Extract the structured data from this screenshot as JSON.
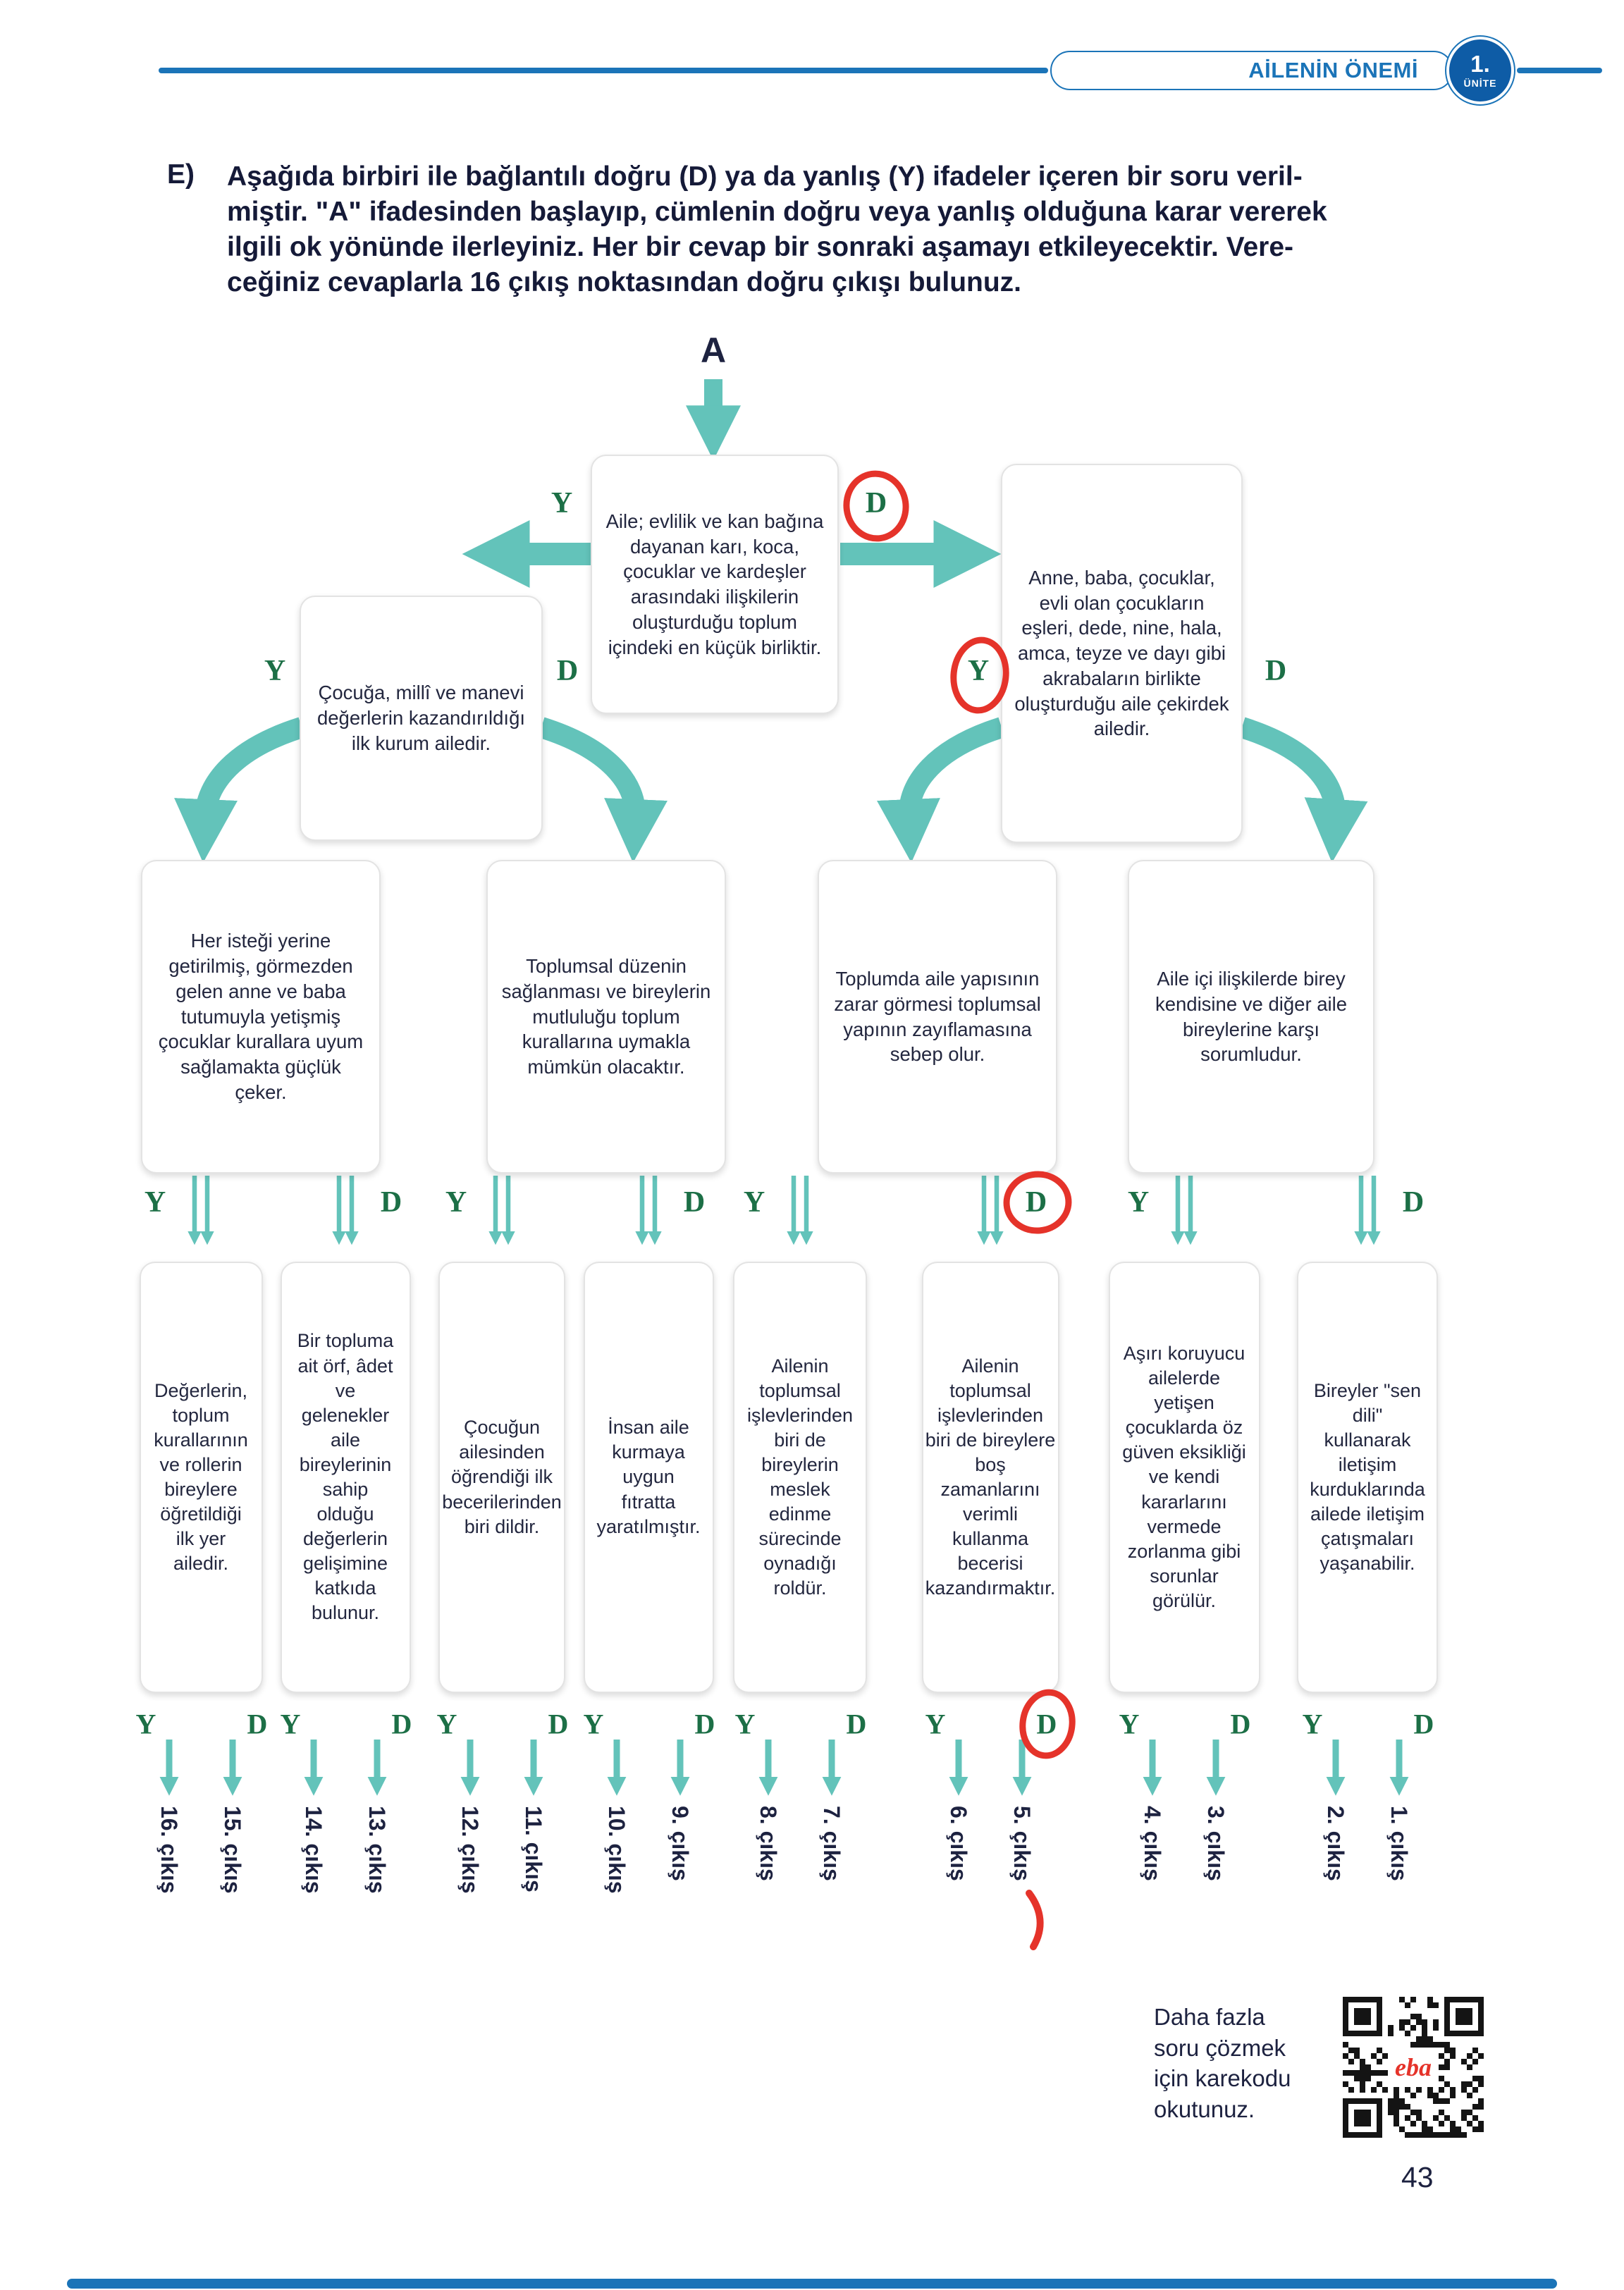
{
  "colors": {
    "header_blue": "#1b74b8",
    "badge_blue": "#0e5ca6",
    "arrow_teal": "#63c3ba",
    "label_green": "#1c6f46",
    "pen_red": "#e5332a",
    "text_dark": "#1d2240"
  },
  "header": {
    "title": "AİLENİN ÖNEMİ",
    "unit_number": "1.",
    "unit_label": "ÜNİTE"
  },
  "question": {
    "letter": "E)",
    "text": "Aşağıda birbiri ile bağlantılı doğru (D) ya da yanlış (Y) ifadeler içeren bir soru veril-\nmiştir. \"A\" ifadesinden başlayıp, cümlenin doğru veya yanlış olduğuna karar vererek\nilgili ok yönünde ilerleyiniz. Her bir cevap bir sonraki aşamayı etkileyecektir. Vere-\nceğiniz cevaplarla 16 çıkış noktasından doğru çıkışı bulunuz."
  },
  "flow": {
    "start": "A",
    "l1": {
      "text": "Aile; evlilik ve kan bağına dayanan karı, koca, çocuklar ve kardeşler arasındaki ilişkilerin oluşturduğu toplum içindeki en küçük birliktir.",
      "y": "Y",
      "d": "D"
    },
    "l2": [
      {
        "text": "Çocuğa, millî ve manevi değerlerin kazandırıldığı ilk kurum ailedir.",
        "y": "Y",
        "d": "D"
      },
      {
        "text": "Anne, baba, çocuklar, evli olan çocukların eşleri, dede, nine, hala, amca, teyze ve dayı gibi akrabaların birlikte oluşturduğu aile çekirdek ailedir.",
        "y": "Y",
        "d": "D"
      }
    ],
    "l3": [
      {
        "text": "Her isteği yerine getirilmiş, görmezden gelen anne ve baba tutumuyla yetişmiş çocuklar kurallara uyum sağlamakta güçlük çeker.",
        "y": "Y",
        "d": "D"
      },
      {
        "text": "Toplumsal düzenin sağlanması ve bireylerin mutluluğu toplum kurallarına uymakla mümkün olacaktır.",
        "y": "Y",
        "d": "D"
      },
      {
        "text": "Toplumda aile yapısının zarar görmesi toplumsal yapının zayıflamasına sebep olur.",
        "y": "Y",
        "d": "D"
      },
      {
        "text": "Aile içi ilişkilerde birey kendisine ve diğer aile bireylerine karşı sorumludur.",
        "y": "Y",
        "d": "D"
      }
    ],
    "l4": [
      {
        "text": "Değerlerin, toplum kurallarının ve rollerin bireylere öğretildiği ilk yer ailedir.",
        "y": "Y",
        "d": "D"
      },
      {
        "text": "Bir topluma ait örf, âdet ve gelenekler aile bireylerinin sahip olduğu değerlerin gelişimine katkıda bulunur.",
        "y": "Y",
        "d": "D"
      },
      {
        "text": "Çocuğun ailesinden öğrendiği ilk becerilerinden biri dildir.",
        "y": "Y",
        "d": "D"
      },
      {
        "text": "İnsan aile kurmaya uygun fıtratta yaratılmıştır.",
        "y": "Y",
        "d": "D"
      },
      {
        "text": "Ailenin toplumsal işlevlerinden biri de bireylerin meslek edinme sürecinde oynadığı roldür.",
        "y": "Y",
        "d": "D"
      },
      {
        "text": "Ailenin toplumsal işlevlerinden biri de bireylere boş zamanlarını verimli kullanma becerisi kazandırmaktır.",
        "y": "Y",
        "d": "D"
      },
      {
        "text": "Aşırı koruyucu ailelerde yetişen çocuklarda öz güven eksikliği ve kendi kararlarını vermede zorlanma gibi sorunlar görülür.",
        "y": "Y",
        "d": "D"
      },
      {
        "text": "Bireyler \"sen dili\" kullanarak iletişim kurduklarında ailede iletişim çatışmaları yaşanabilir.",
        "y": "Y",
        "d": "D"
      }
    ],
    "exits": [
      "16. çıkış",
      "15. çıkış",
      "14. çıkış",
      "13. çıkış",
      "12. çıkış",
      "11. çıkış",
      "10. çıkış",
      "9. çıkış",
      "8. çıkış",
      "7. çıkış",
      "6. çıkış",
      "5. çıkış",
      "4. çıkış",
      "3. çıkış",
      "2. çıkış",
      "1. çıkış"
    ]
  },
  "annotations": {
    "pen_color": "#e5332a",
    "circled": [
      "l1.d",
      "l2.1.y",
      "l3.2.d",
      "l4.5.d"
    ],
    "marked_exit": "5. çıkış"
  },
  "footer": {
    "qr_text": "Daha fazla\nsoru çözmek\niçin karekodu\nokutunuz.",
    "qr_label": "eba",
    "page_number": "43"
  }
}
